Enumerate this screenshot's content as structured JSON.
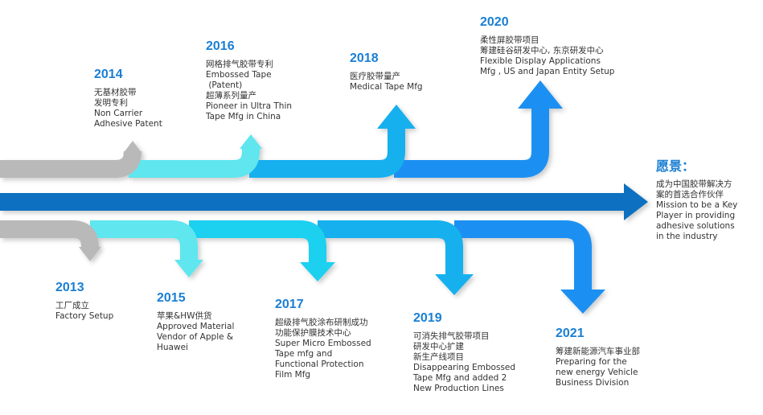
{
  "colors": {
    "gray": "#b9b9b9",
    "cyan": "#5fe6ee",
    "aqua": "#1fd0f0",
    "sky": "#12b0ee",
    "blue": "#1a90f2",
    "main": "#0f6fc0",
    "year": "#1a7fd4"
  },
  "milestones": [
    {
      "year": "2013",
      "lines": [
        "工厂成立",
        "Factory Setup"
      ]
    },
    {
      "year": "2014",
      "lines": [
        "无基材胶带",
        "发明专利",
        "Non Carrier",
        "Adhesive Patent"
      ]
    },
    {
      "year": "2015",
      "lines": [
        "苹果&HW供货",
        "Approved Material",
        "Vendor of Apple &",
        "Huawei"
      ]
    },
    {
      "year": "2016",
      "lines": [
        "网格排气胶带专利",
        "Embossed Tape",
        " (Patent)",
        "超薄系列量产",
        "Pioneer in Ultra Thin",
        "Tape Mfg in China"
      ]
    },
    {
      "year": "2017",
      "lines": [
        "超级排气胶涂布研制成功",
        "功能保护膜技术中心",
        "Super Micro Embossed",
        "Tape mfg and",
        "Functional Protection",
        "Film Mfg"
      ]
    },
    {
      "year": "2018",
      "lines": [
        "医疗胶带量产",
        "Medical Tape Mfg"
      ]
    },
    {
      "year": "2019",
      "lines": [
        "可消失排气胶带项目",
        "研发中心扩建",
        "新生产线项目",
        "Disappearing Embossed",
        "Tape Mfg and added 2",
        "New Production Lines"
      ]
    },
    {
      "year": "2020",
      "lines": [
        "柔性屏胶带项目",
        "筹建硅谷研发中心, 东京研发中心",
        "Flexible Display Applications",
        "Mfg , US and Japan Entity Setup"
      ]
    },
    {
      "year": "2021",
      "lines": [
        "筹建新能源汽车事业部",
        "Preparing for the",
        "new energy Vehicle",
        "Business Division"
      ]
    }
  ],
  "vision": {
    "title": "愿景：",
    "lines": [
      "成为中国胶带解决方",
      "案的首选合作伙伴",
      "Mission to be a Key",
      "Player in providing",
      "adhesive solutions",
      "in the industry"
    ]
  }
}
